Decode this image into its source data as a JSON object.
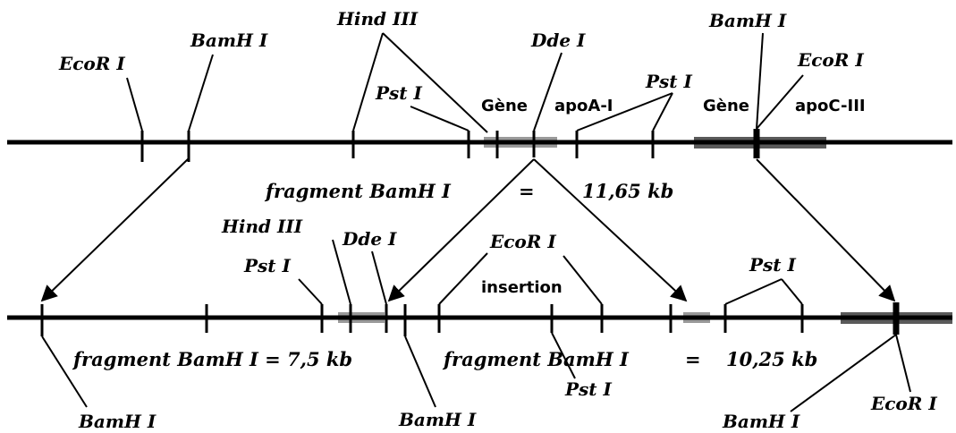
{
  "colors": {
    "line": "#000000",
    "gene_region_light": "#9a9a9a",
    "gene_region_dark": "#5a5a5a",
    "background": "#ffffff"
  },
  "top": {
    "labels": {
      "ecori_left": "EcoR I",
      "bamhi_left": "BamH I",
      "hindiii": "Hind III",
      "psti_left": "Pst I",
      "gene_a": "Gène",
      "ddei": "Dde I",
      "apoa": "apoA-I",
      "psti_right": "Pst I",
      "bamhi_right": "BamH I",
      "gene_c": "Gène",
      "ecori_right": "EcoR I",
      "apoc": "apoC-III"
    },
    "fragment": {
      "label": "fragment BamH I",
      "eq": "=",
      "size": "11,65 kb"
    }
  },
  "bottom": {
    "labels": {
      "hindiii": "Hind III",
      "psti_left": "Pst I",
      "ddei": "Dde I",
      "ecori_mid": "EcoR I",
      "insertion": "insertion",
      "psti_right": "Pst I",
      "psti_below": "Pst I",
      "bamhi_left": "BamH I",
      "bamhi_mid": "BamH I",
      "bamhi_right": "BamH I",
      "ecori_right": "EcoR I"
    },
    "fragment_left": "fragment BamH I = 7,5 kb",
    "fragment_right": {
      "label": "fragment BamH I",
      "eq": "=",
      "size": "10,25 kb"
    }
  }
}
